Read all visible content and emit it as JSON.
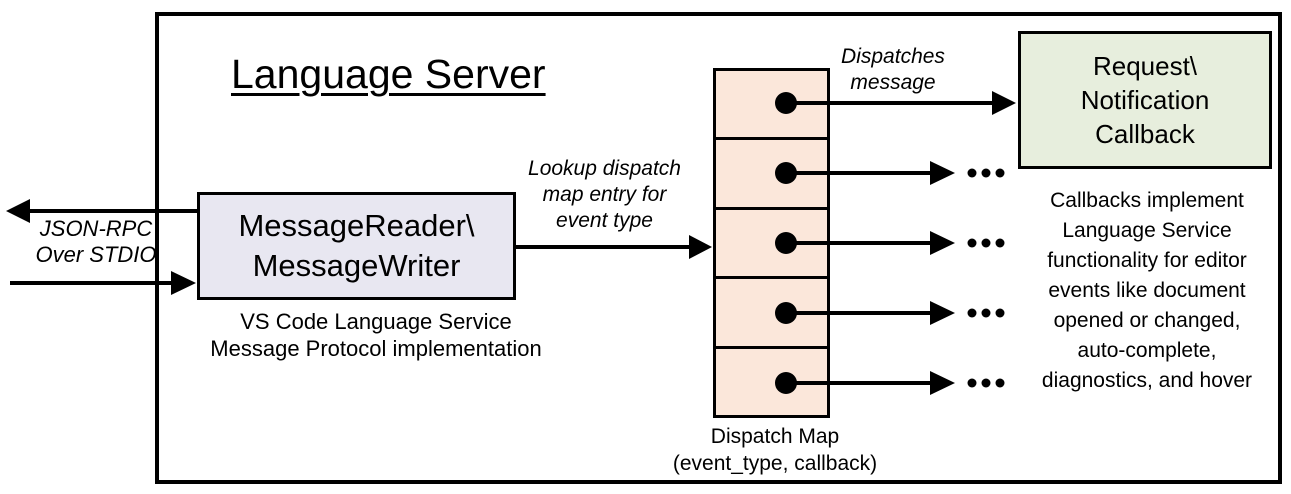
{
  "title": "Language Server",
  "colors": {
    "stroke": "#000000",
    "background": "#FFFFFF",
    "reader_fill": "#E8E7F1",
    "map_fill": "#FBE7DA",
    "callback_fill": "#E7EEDD"
  },
  "reader_box": {
    "lines": [
      "MessageReader\\",
      "MessageWriter"
    ]
  },
  "reader_caption": {
    "lines": [
      "VS Code Language Service",
      "Message Protocol implementation"
    ]
  },
  "json_rpc_label": {
    "lines": [
      "JSON-RPC",
      "Over STDIO"
    ]
  },
  "lookup_label": {
    "lines": [
      "Lookup dispatch",
      "map entry for",
      "event type"
    ]
  },
  "dispatches_label": {
    "lines": [
      "Dispatches",
      "message"
    ]
  },
  "callback_box": {
    "lines": [
      "Request\\",
      "Notification",
      "Callback"
    ]
  },
  "callbacks_note": {
    "lines": [
      "Callbacks implement",
      "Language Service",
      "functionality for editor",
      "events like document",
      "opened or changed,",
      "auto-complete,",
      "diagnostics, and hover"
    ]
  },
  "dispatch_map": {
    "cell_count": 5,
    "label_lines": [
      "Dispatch Map",
      "(event_type, callback)"
    ]
  }
}
